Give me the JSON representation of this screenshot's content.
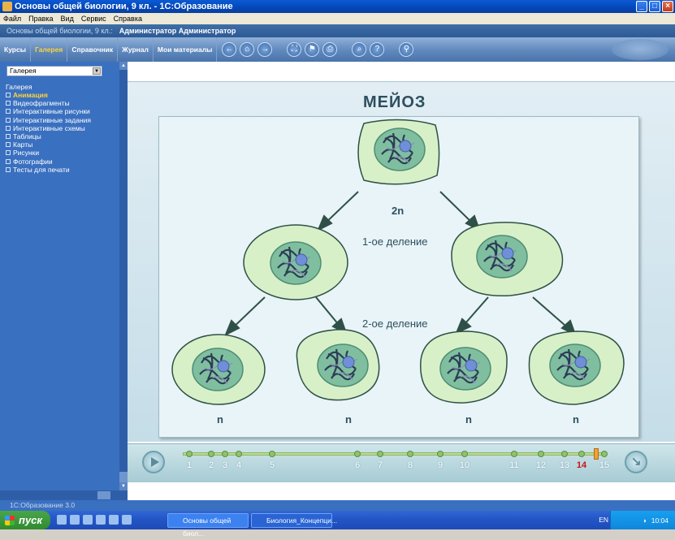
{
  "window": {
    "title": "Основы общей биологии, 9 кл. - 1С:Образование"
  },
  "menu": [
    "Файл",
    "Правка",
    "Вид",
    "Сервис",
    "Справка"
  ],
  "header": {
    "course": "Основы общей биологии, 9 кл.:",
    "user": "Администратор Администратор"
  },
  "tabs": [
    {
      "label": "Курсы"
    },
    {
      "label": "Галерея"
    },
    {
      "label": "Справочник"
    },
    {
      "label": "Журнал"
    },
    {
      "label": "Мои материалы"
    }
  ],
  "sidebar": {
    "dropdown_value": "Галерея",
    "section": "Галерея",
    "items": [
      {
        "label": "Анимация"
      },
      {
        "label": "Видеофрагменты"
      },
      {
        "label": "Интерактивные рисунки"
      },
      {
        "label": "Интерактивные задания"
      },
      {
        "label": "Интерактивные схемы"
      },
      {
        "label": "Таблицы"
      },
      {
        "label": "Карты"
      },
      {
        "label": "Рисунки"
      },
      {
        "label": "Фотографии"
      },
      {
        "label": "Тесты для печати"
      }
    ]
  },
  "animation": {
    "title": "МЕЙОЗ",
    "labels": {
      "parent": "2n",
      "first_division": "1-ое деление",
      "second_division": "2-ое деление",
      "daughter": "n"
    }
  },
  "timeline": {
    "frames": [
      "1",
      "2",
      "3",
      "4",
      "5",
      "6",
      "7",
      "8",
      "9",
      "10",
      "11",
      "12",
      "13",
      "14",
      "15"
    ],
    "current": "14"
  },
  "status": {
    "text": "1С:Образование 3.0"
  },
  "taskbar": {
    "start": "пуск",
    "tasks": [
      "Основы общей биол...",
      "Биология_Концепци..."
    ],
    "lang": "EN",
    "clock": "10:04"
  },
  "colors": {
    "accent": "#ffd23a",
    "sidebar": "#3a70c0",
    "cell_fill": "#d8f0c8",
    "nucleus": "#7fbfa0"
  }
}
